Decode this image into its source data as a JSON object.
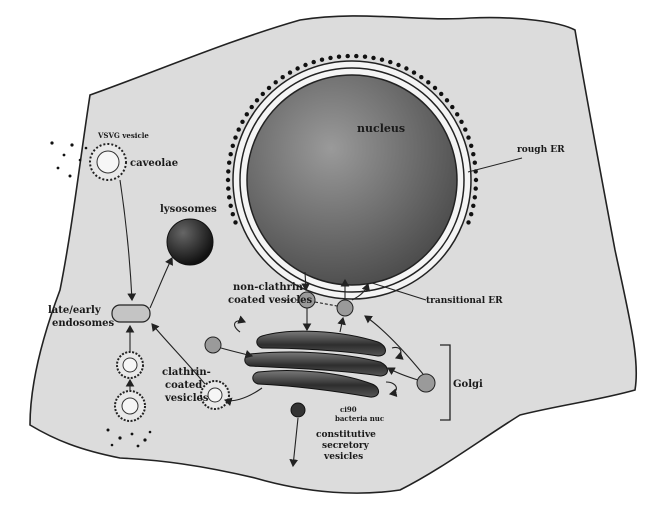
{
  "labels": {
    "nucleus": "nucleus",
    "rough_er": "rough ER",
    "transitional_er": "transitional ER",
    "golgi": "Golgi",
    "lysosomes": "lysosomes",
    "caveolae": "caveolae",
    "vsv_g_vesicle": "VSVG vesicle",
    "late_early_endosomes_1": "late/early",
    "late_early_endosomes_2": "endosomes",
    "non_clathrin_1": "non-clathrin",
    "non_clathrin_2": "coated vesicles",
    "clathrin_1": "clathrin-",
    "clathrin_2": "coated",
    "clathrin_3": "vesicles",
    "constitutive_1": "constitutive",
    "constitutive_2": "secretory",
    "constitutive_3": "vesicles",
    "granule_1": "ci90",
    "granule_2": "bacteria nuc"
  },
  "colors": {
    "cell_fill": "#dcdcdc",
    "nucleus_fill": "#6e6e6e",
    "lysosome_fill": "#1c1c1c",
    "golgi_fill": "#3a3a3a",
    "endosome_fill": "#c4c4c4",
    "outline": "#222222"
  }
}
